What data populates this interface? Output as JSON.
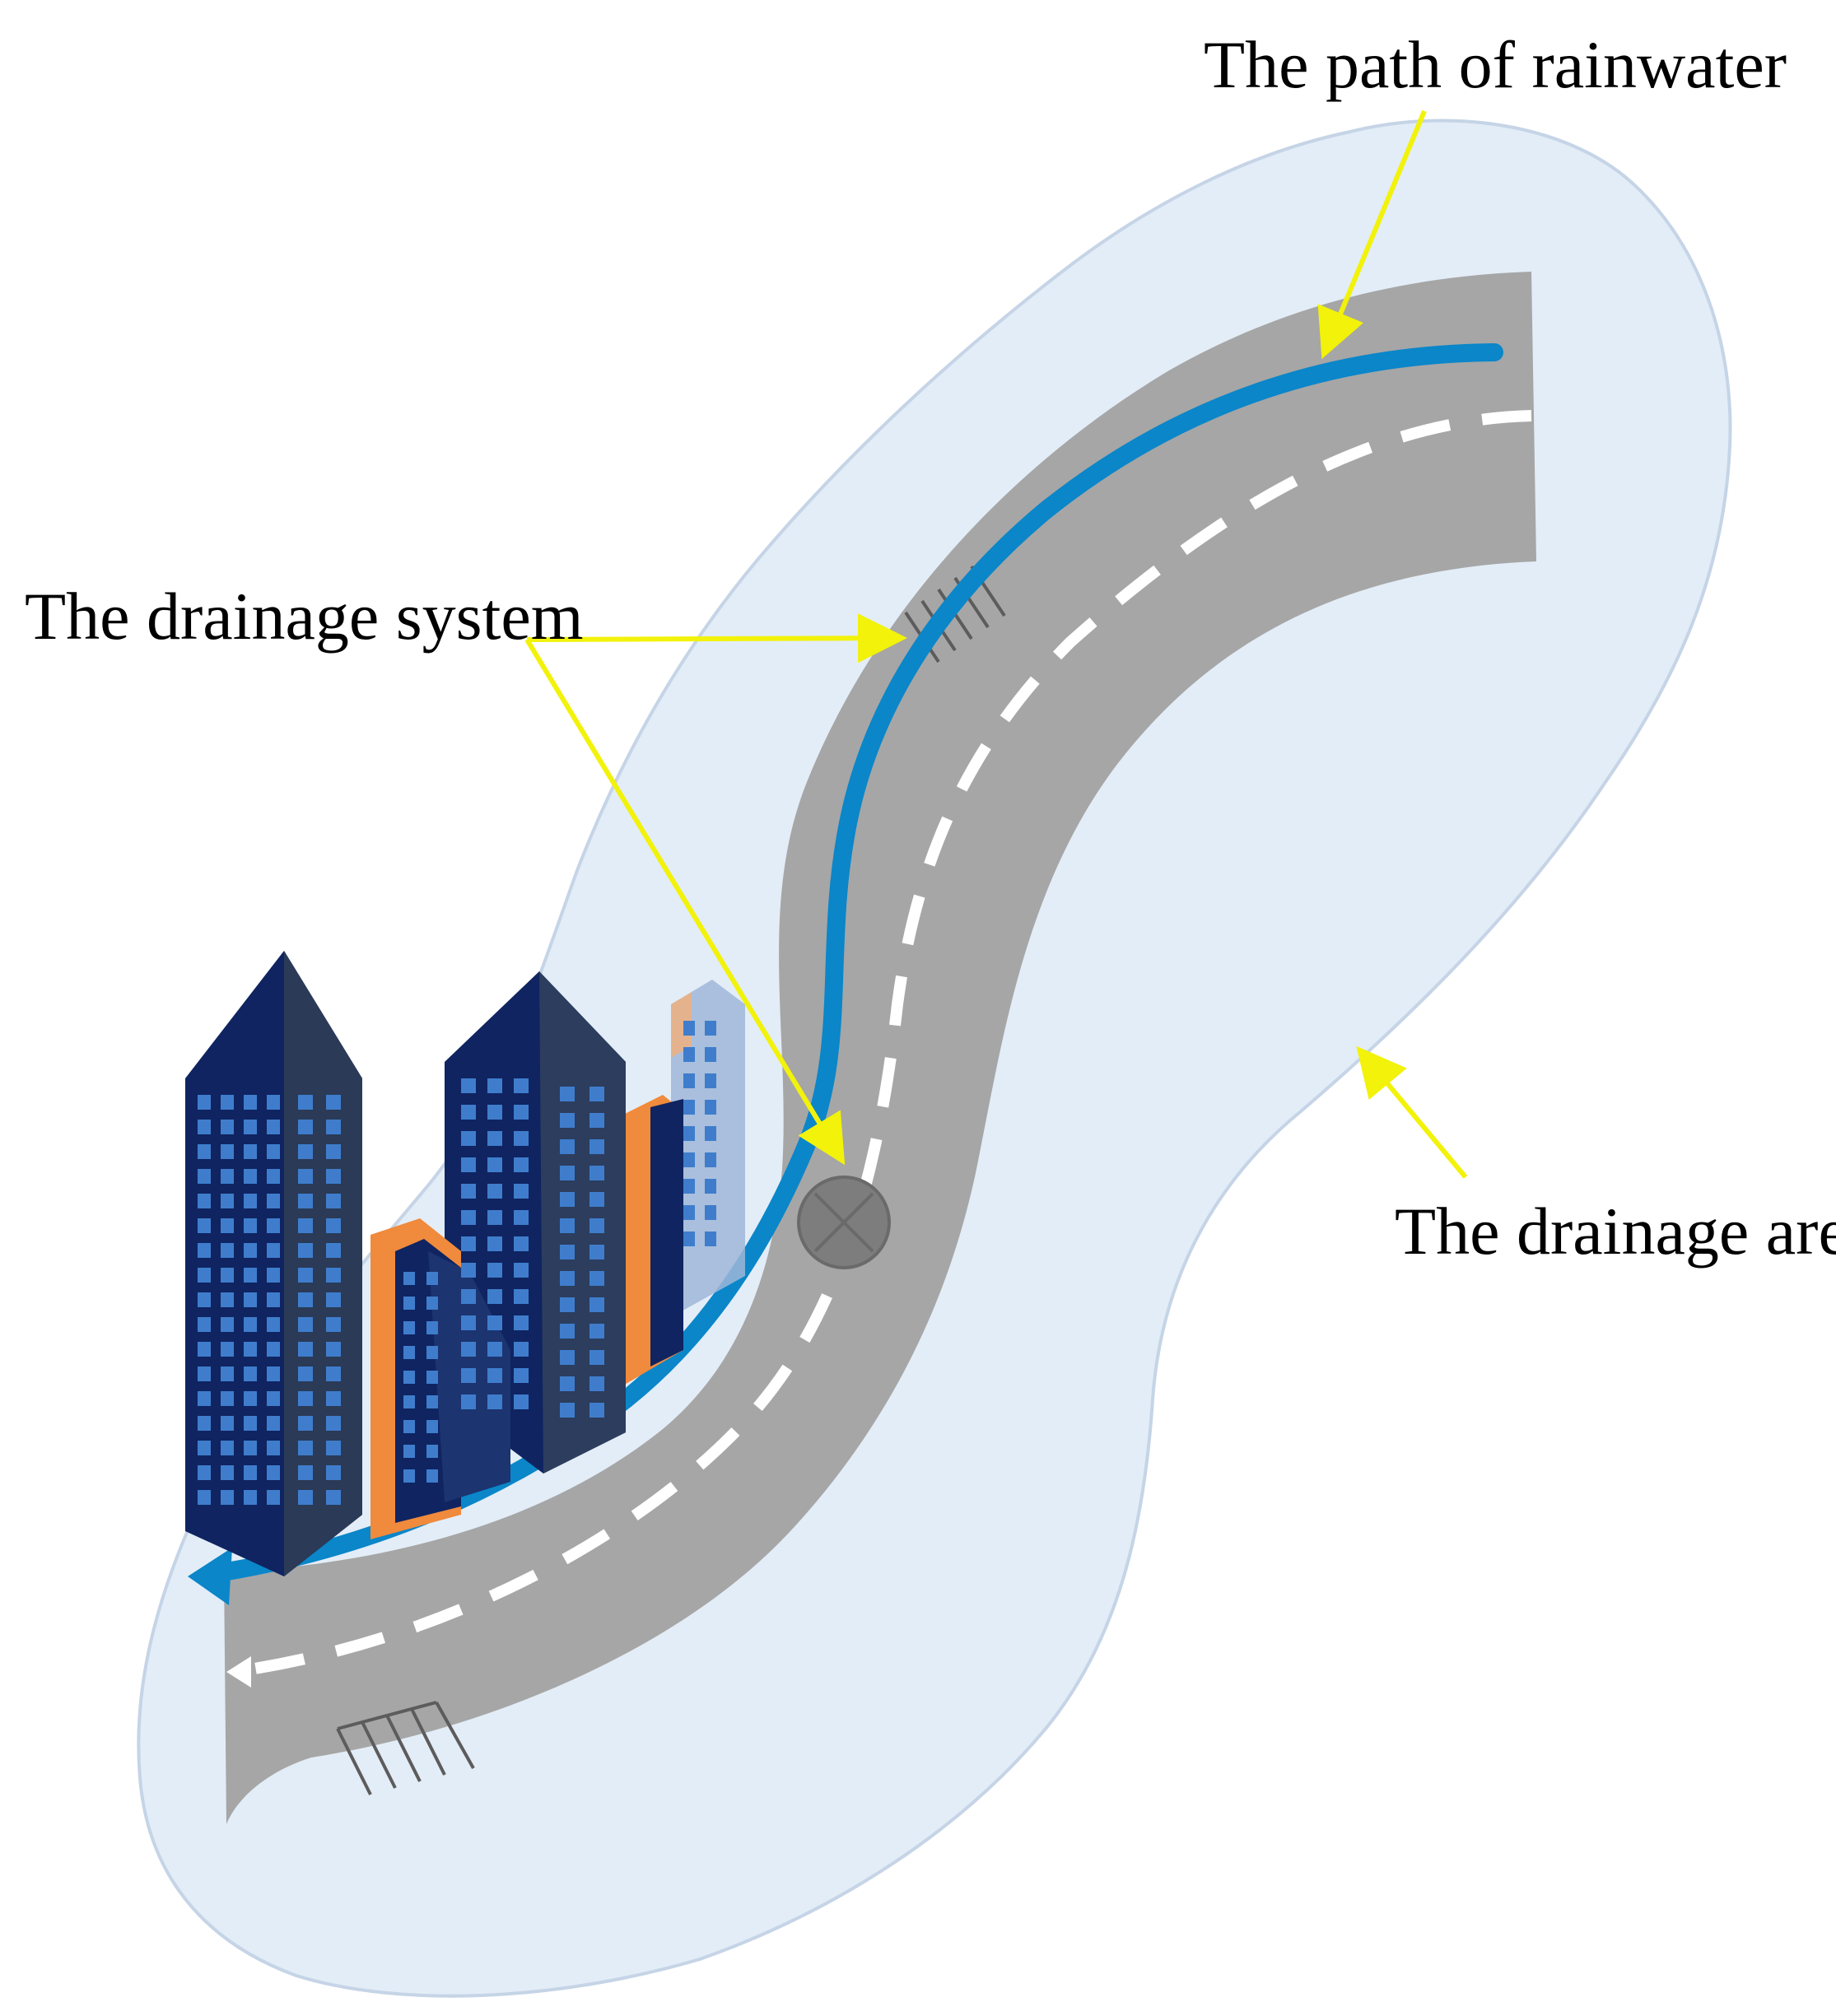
{
  "labels": {
    "path_of_rainwater": "The path of rainwater",
    "drainage_system": "The drainage system",
    "drainage_area": "The drainage area"
  },
  "colors": {
    "drainage_area_fill": "#e3edf7",
    "drainage_area_edge": "#c5d4e6",
    "road": "#a6a6a6",
    "lane_marking": "#ffffff",
    "rainwater_path": "#0a86c9",
    "pointer_arrows": "#f2f20a",
    "manhole": "#7d7d7d",
    "building_navy": "#0f2461",
    "building_window": "#3f7dcc",
    "building_orange": "#f08a3c"
  },
  "icons": [
    "building-icon",
    "manhole-icon",
    "storm-grate-icon",
    "flow-arrow-icon"
  ]
}
